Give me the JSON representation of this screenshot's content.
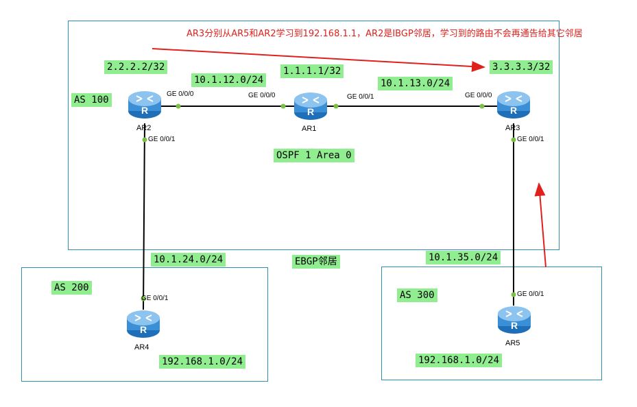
{
  "annotation": "AR3分别从AR5和AR2学习到192.168.1.1，AR2是IBGP邻居，学习到的路由不会再通告给其它邻居",
  "colors": {
    "annotation": "#e0201c",
    "label_bg": "#90ee90",
    "box_border": "#2f8fb0",
    "router_body": "#3a8fd6",
    "port_dot": "#7ac143"
  },
  "as_boxes": {
    "as100": "AS 100",
    "as200": "AS 200",
    "as300": "AS 300"
  },
  "routers": {
    "ar1": {
      "name": "AR1",
      "loopback": "1.1.1.1/32"
    },
    "ar2": {
      "name": "AR2",
      "loopback": "2.2.2.2/32"
    },
    "ar3": {
      "name": "AR3",
      "loopback": "3.3.3.3/32"
    },
    "ar4": {
      "name": "AR4",
      "network": "192.168.1.0/24"
    },
    "ar5": {
      "name": "AR5",
      "network": "192.168.1.0/24"
    }
  },
  "links": {
    "ar2_ar1": "10.1.12.0/24",
    "ar1_ar3": "10.1.13.0/24",
    "ar2_ar4": "10.1.24.0/24",
    "ar3_ar5": "10.1.35.0/24"
  },
  "ports": {
    "ar2_g000": "GE 0/0/0",
    "ar2_g001": "GE 0/0/1",
    "ar1_g000": "GE 0/0/0",
    "ar1_g001": "GE 0/0/1",
    "ar3_g000": "GE 0/0/0",
    "ar3_g001": "GE 0/0/1",
    "ar4_g001": "GE 0/0/1",
    "ar5_g001": "GE 0/0/1"
  },
  "ospf_label": "OSPF 1 Area 0",
  "ebgp_label": "EBGP邻居",
  "icons": {
    "router": "router-icon",
    "arrow": "arrow-icon"
  }
}
